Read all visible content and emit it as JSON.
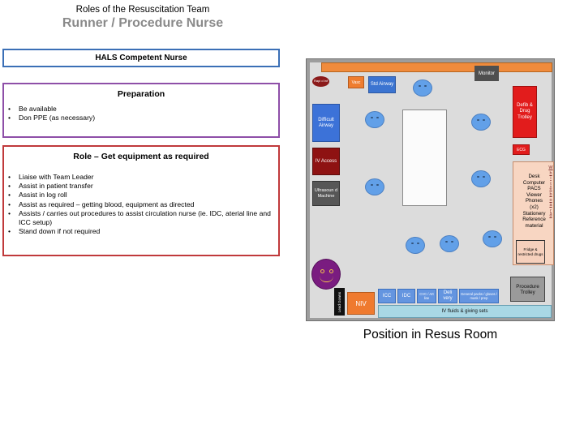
{
  "header": {
    "subtitle": "Roles of the Resuscitation Team",
    "title": "Runner / Procedure Nurse"
  },
  "competent_box": {
    "label": "HALS Competent Nurse"
  },
  "preparation": {
    "heading": "Preparation",
    "items": [
      "Be available",
      "Don PPE (as necessary)"
    ]
  },
  "role": {
    "heading": "Role – Get equipment as required",
    "items": [
      "Liaise with Team Leader",
      "Assist in patient transfer",
      "Assist in log roll",
      "Assist as required – getting blood, equipment as directed",
      "Assists / carries out procedures to assist circulation nurse (ie. IDC, aterial line and ICC setup)",
      "Stand down if not required"
    ]
  },
  "bullet_char": "•",
  "room": {
    "monitor": "Monitor",
    "rapid_infuser": "Rapi d inf",
    "vasc": "Vasc",
    "std_airway": "Std Airway",
    "difficult_airway": "Difficult Airway",
    "iv_access": "IV Access",
    "ultrasound": "Ultrasoun d Machine",
    "defib": "Defib & Drug Trolley",
    "ecg": "ECG",
    "desk_lines": [
      "Desk",
      "Computer",
      "PACS",
      "Viewer",
      "Phones",
      "(x2)",
      "Stationery",
      "Reference",
      "material"
    ],
    "whiteboard_letters": [
      "W",
      "h",
      "i",
      "t",
      "e",
      "b",
      "o",
      "a",
      "r",
      "d"
    ],
    "fridge": "Fridge & restricted drugs",
    "procedure_trolley": "Procedure Trolley",
    "lead_gowns": "Lead Gowns",
    "niv": "NIV",
    "icc": "ICC",
    "idc": "IDC",
    "cvc": "CVC / Art line",
    "delivery": "Deli very",
    "general": "General packs / gloves / mask / prep",
    "iv_fluids": "IV fluids & giving sets"
  },
  "caption": "Position in Resus Room",
  "colors": {
    "title_gray": "#8a8a8a",
    "competent_border": "#3b6fb6",
    "prep_border": "#8e4fa8",
    "role_border": "#c0393b",
    "runner": "#7a1c80",
    "team_member": "#62a0e8"
  }
}
